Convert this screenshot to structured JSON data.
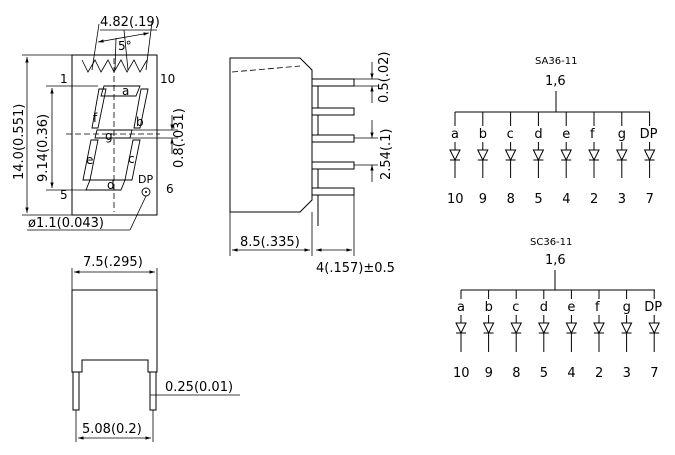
{
  "front_view": {
    "dim_width": "4.82(.19)",
    "dim_angle": "5°",
    "dim_height": "14.0(0.551)",
    "dim_digit_height": "9.14(0.36)",
    "dim_segment": "0.8(.031)",
    "dim_dp": "ø1.1(0.043)",
    "pin_labels": [
      "1",
      "10",
      "5",
      "6"
    ],
    "dp_label": "DP",
    "segment_labels": [
      "a",
      "b",
      "c",
      "d",
      "e",
      "f",
      "g"
    ]
  },
  "side_view": {
    "dim_pin_thickness": "0.5(.02)",
    "dim_pitch": "2.54(.1)",
    "dim_depth": "8.5(.335)",
    "dim_pin_length": "4(.157)±0.5"
  },
  "bottom_view": {
    "dim_width": "7.5(.295)",
    "dim_pin_width": "0.25(0.01)",
    "dim_pin_spacing": "5.08(0.2)"
  },
  "schematics": [
    {
      "title": "SA36-11",
      "common_pins": "1,6",
      "segments": [
        "a",
        "b",
        "c",
        "d",
        "e",
        "f",
        "g",
        "DP"
      ],
      "pins": [
        "10",
        "9",
        "8",
        "5",
        "4",
        "2",
        "3",
        "7"
      ]
    },
    {
      "title": "SC36-11",
      "common_pins": "1,6",
      "segments": [
        "a",
        "b",
        "c",
        "d",
        "e",
        "f",
        "g",
        "DP"
      ],
      "pins": [
        "10",
        "9",
        "8",
        "5",
        "4",
        "2",
        "3",
        "7"
      ]
    }
  ]
}
